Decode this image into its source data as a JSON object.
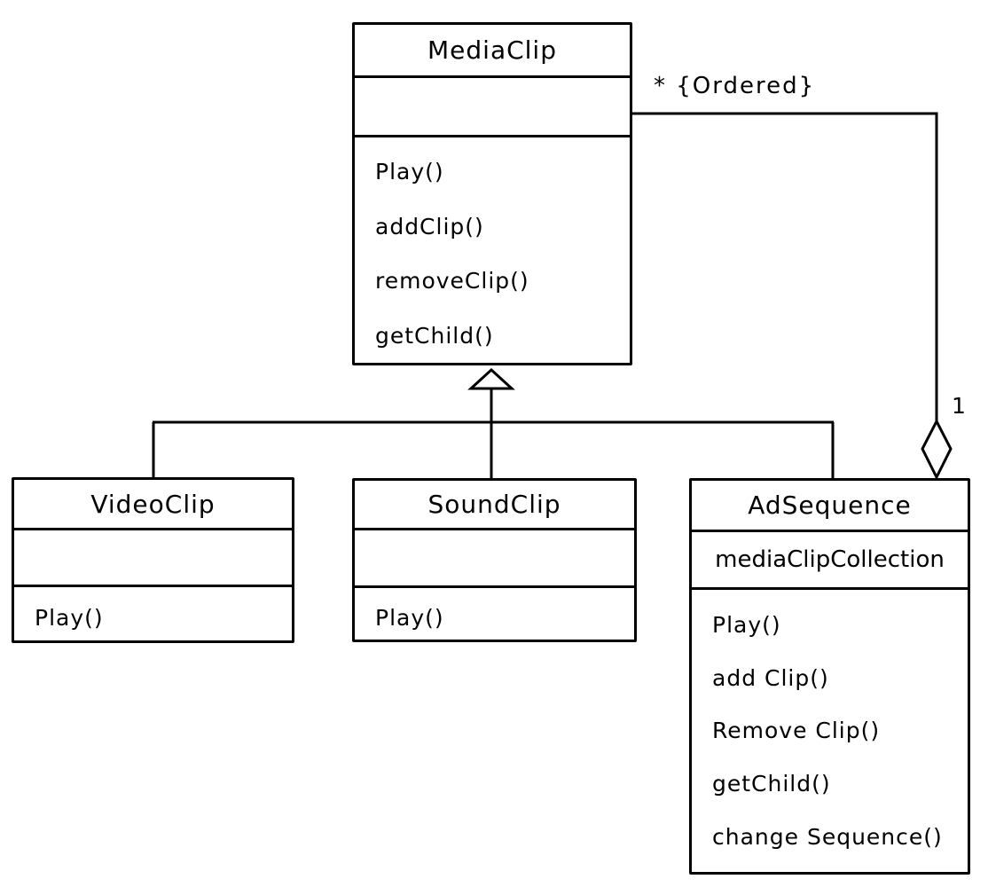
{
  "diagram": {
    "kind": "uml-class-diagram",
    "stroke_color": "#000000",
    "background_color": "#ffffff"
  },
  "classes": [
    {
      "id": "media_clip",
      "name": "MediaClip",
      "attributes": [],
      "methods": [
        "Play()",
        "addClip()",
        "removeClip()",
        "getChild()"
      ]
    },
    {
      "id": "video_clip",
      "name": "VideoClip",
      "attributes": [],
      "methods": [
        "Play()"
      ]
    },
    {
      "id": "sound_clip",
      "name": "SoundClip",
      "attributes": [],
      "methods": [
        "Play()"
      ]
    },
    {
      "id": "ad_sequence",
      "name": "AdSequence",
      "attributes": [
        "mediaClipCollection"
      ],
      "methods": [
        "Play()",
        "add Clip()",
        "Remove Clip()",
        "getChild()",
        "change Sequence()"
      ]
    }
  ],
  "relationships": {
    "generalization": {
      "parent": "MediaClip",
      "children": [
        "VideoClip",
        "SoundClip",
        "AdSequence"
      ],
      "arrow_style": "hollow-triangle"
    },
    "aggregation": {
      "whole": "AdSequence",
      "part": "MediaClip",
      "diamond_style": "hollow",
      "part_multiplicity": "* {Ordered}",
      "whole_multiplicity": "1"
    }
  },
  "labels": {
    "ordered": "* {Ordered}",
    "one": "1"
  }
}
